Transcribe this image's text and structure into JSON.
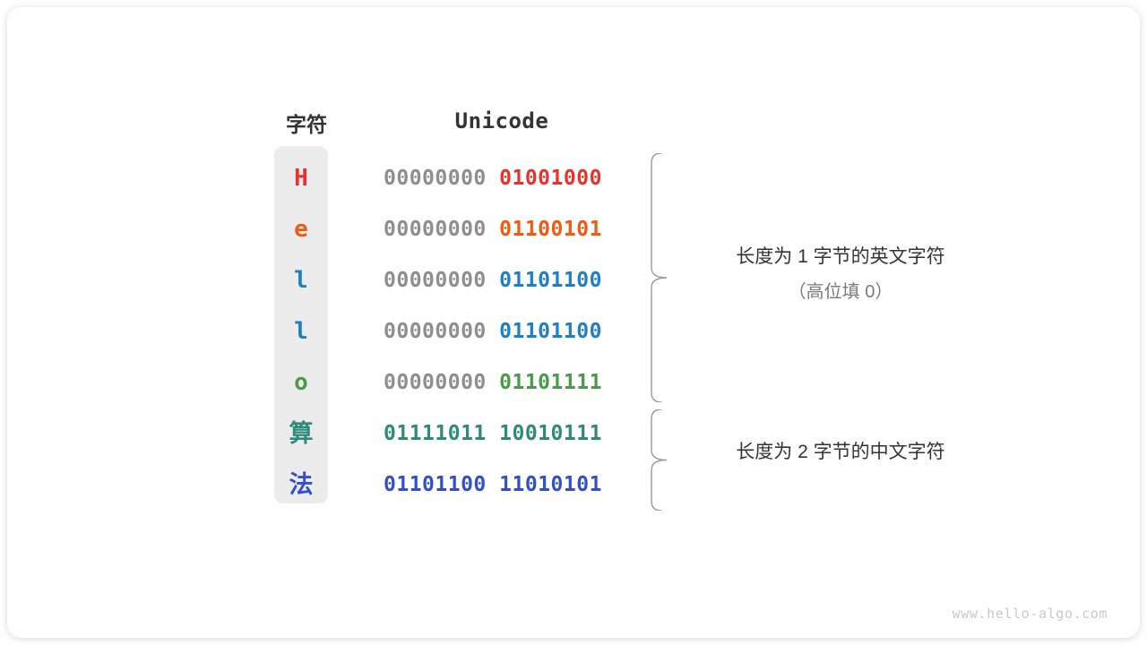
{
  "figure": {
    "headers": {
      "character": "字符",
      "unicode": "Unicode"
    },
    "rows": [
      {
        "char": "H",
        "high_byte": "00000000",
        "low_byte": "01001000",
        "color": "#e8322b",
        "cjk": false,
        "high_is_padding": true
      },
      {
        "char": "e",
        "high_byte": "00000000",
        "low_byte": "01100101",
        "color": "#ef5b12",
        "cjk": false,
        "high_is_padding": true
      },
      {
        "char": "l",
        "high_byte": "00000000",
        "low_byte": "01101100",
        "color": "#1f7fc4",
        "cjk": false,
        "high_is_padding": true
      },
      {
        "char": "l",
        "high_byte": "00000000",
        "low_byte": "01101100",
        "color": "#1f7fc4",
        "cjk": false,
        "high_is_padding": true
      },
      {
        "char": "o",
        "high_byte": "00000000",
        "low_byte": "01101111",
        "color": "#4a9a4a",
        "cjk": false,
        "high_is_padding": true
      },
      {
        "char": "算",
        "high_byte": "01111011",
        "low_byte": "10010111",
        "color": "#2e8b7a",
        "cjk": true,
        "high_is_padding": false
      },
      {
        "char": "法",
        "high_byte": "01101100",
        "low_byte": "11010101",
        "color": "#3250cd",
        "cjk": true,
        "high_is_padding": false
      }
    ],
    "annotations": [
      {
        "main": "长度为 1 字节的英文字符",
        "sub": "（高位填 0）"
      },
      {
        "main": "长度为 2 字节的中文字符",
        "sub": ""
      }
    ],
    "padding_byte_color": "#8e8e8e",
    "column_background_color": "#ececec",
    "brace_color": "#9a9a9a"
  },
  "watermark": "www.hello-algo.com"
}
